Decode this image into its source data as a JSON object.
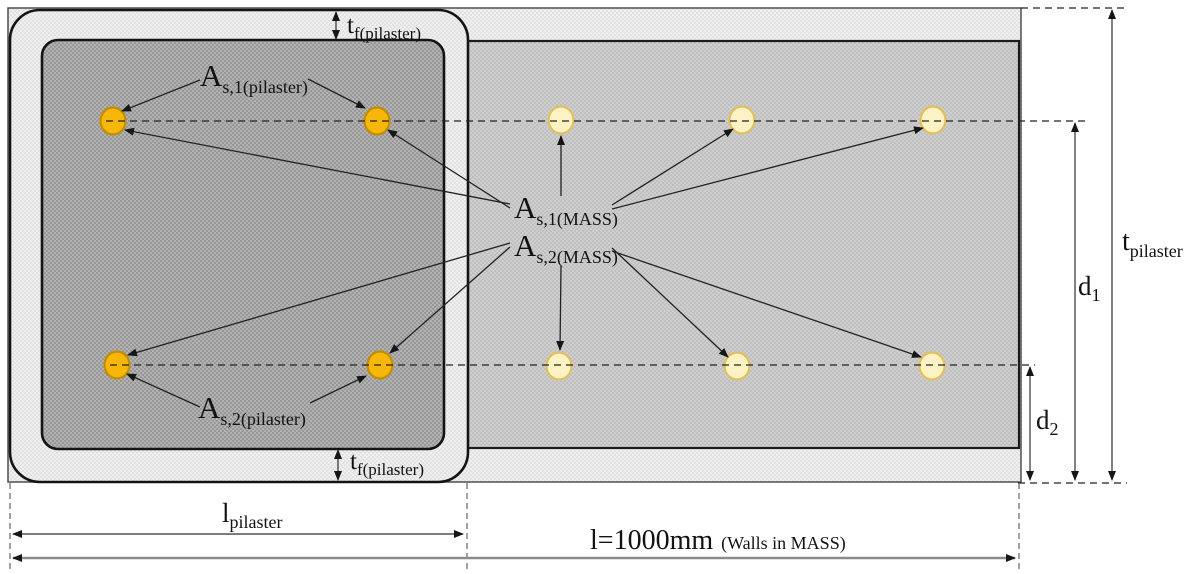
{
  "diagram": {
    "kind": "masonry pilaster and wall reinforcement cross-section",
    "labels": {
      "tf_top": {
        "base": "t",
        "sub": "f(pilaster)"
      },
      "tf_bottom": {
        "base": "t",
        "sub": "f(pilaster)"
      },
      "as1_pilaster": {
        "base": "A",
        "sub": "s,1(pilaster)"
      },
      "as2_pilaster": {
        "base": "A",
        "sub": "s,2(pilaster)"
      },
      "as1_mass": {
        "base": "A",
        "sub": "s,1(MASS)"
      },
      "as2_mass": {
        "base": "A",
        "sub": "s,2(MASS)"
      },
      "t_pilaster": {
        "base": "t",
        "sub": "pilaster"
      },
      "d1": {
        "base": "d",
        "sub": "1"
      },
      "d2": {
        "base": "d",
        "sub": "2"
      },
      "l_pilaster": {
        "base": "l",
        "sub": "pilaster"
      },
      "l_wall": {
        "base": "l=1000mm",
        "note": "(Walls in MASS)"
      }
    },
    "rebar": {
      "pilaster_top_count": 2,
      "pilaster_bottom_count": 2,
      "wall_top_count": 3,
      "wall_bottom_count": 3
    },
    "colors": {
      "pilaster_bar_fill": "#f6b70a",
      "pilaster_bar_stroke": "#c28e00",
      "wall_bar_fill": "#fdf2c4",
      "wall_bar_stroke": "#e2bf5e",
      "pilaster_core_fill": "#a6a6a6",
      "wall_core_fill": "#c9c9c9",
      "shell_fill": "#ebebeb",
      "outline": "#141414",
      "dimension_gray": "#8c8c8c"
    }
  }
}
